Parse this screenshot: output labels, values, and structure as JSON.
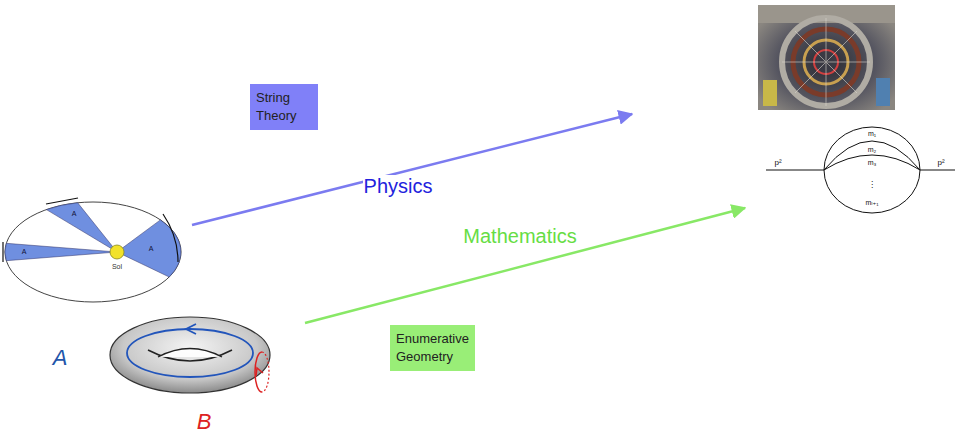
{
  "diagram": {
    "nodes": [
      {
        "text": [
          "String Theory"
        ]
      },
      {
        "text": [
          "Enumerative Geometry"
        ]
      }
    ],
    "labels": [
      "Physics",
      "Mathematics",
      "A",
      "B",
      "Sol",
      "A",
      "A",
      "A",
      "p²",
      "p²",
      "m₁",
      "m₂",
      "m₃",
      "⋮",
      "mₗ₊₁"
    ]
  }
}
